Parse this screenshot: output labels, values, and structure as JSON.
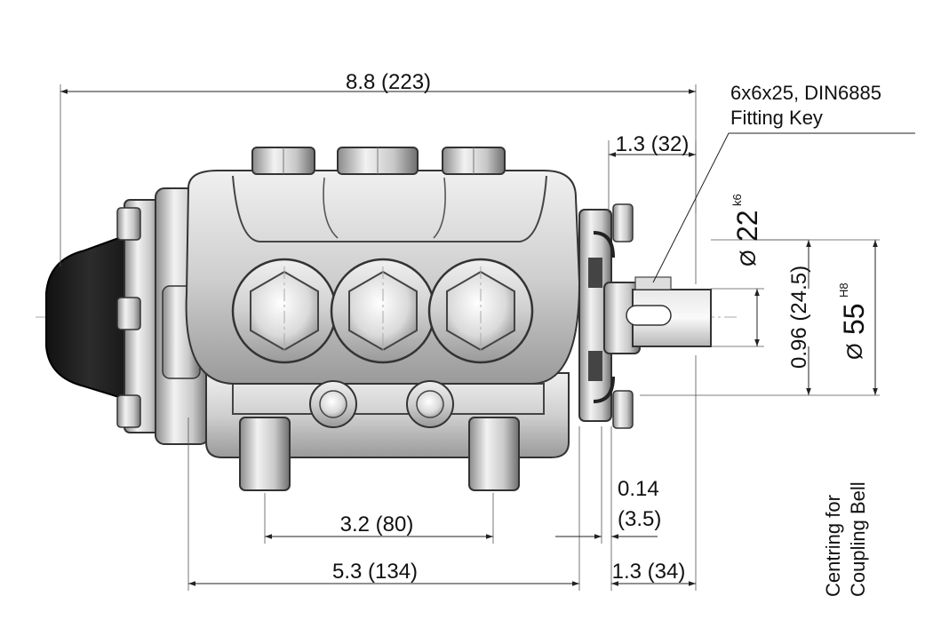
{
  "dimensions": {
    "overall_length": "8.8 (223)",
    "shaft_length": "1.3 (32)",
    "shaft_dia_value": "22",
    "shaft_dia_tol": "k6",
    "key_offset": "0.96 (24.5)",
    "bell_dia_value": "55",
    "bell_dia_tol": "H8",
    "feet_spacing": "3.2 (80)",
    "base_length": "5.3 (134)",
    "flange_depth_line1": "0.14",
    "flange_depth_line2": "(3.5)",
    "flange_to_end": "1.3 (34)",
    "diameter_symbol": "Ø"
  },
  "notes": {
    "key_line1": "6x6x25, DIN6885",
    "key_line2": "Fitting Key",
    "centring_line1": "Centring for",
    "centring_line2": "Coupling Bell"
  },
  "colors": {
    "body_light": "#d9d9d9",
    "body_dark": "#7a7a7a",
    "cap_black": "#1e1e1e"
  }
}
